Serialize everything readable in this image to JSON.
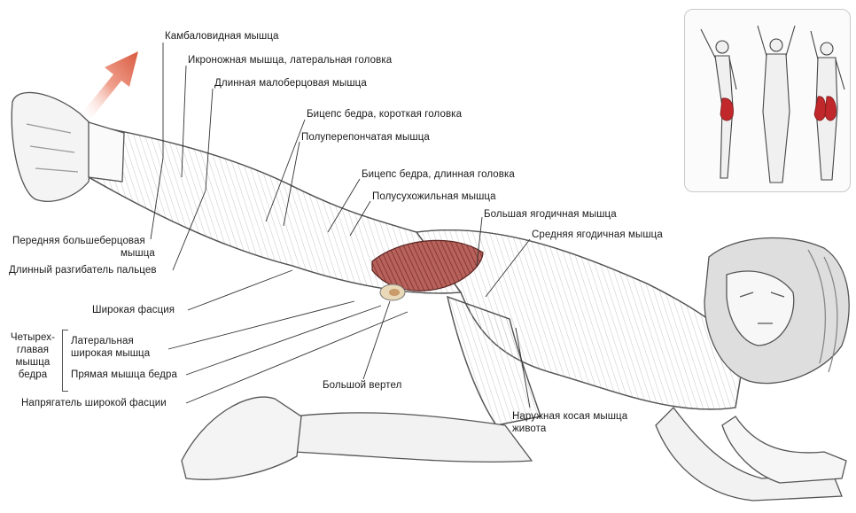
{
  "labels": {
    "soleus": "Камбаловидная мышца",
    "gastroc_lateral": "Икроножная мышца, латеральная головка",
    "peroneus_longus": "Длинная малоберцовая мышца",
    "biceps_short": "Бицепс бедра, короткая головка",
    "semimembranosus": "Полуперепончатая мышца",
    "biceps_long": "Бицепс бедра, длинная головка",
    "semitendinosus": "Полусухожильная мышца",
    "gluteus_maximus": "Большая ягодичная мышца",
    "gluteus_medius": "Средняя ягодичная мышца",
    "tibialis_anterior_1": "Передняя большеберцовая",
    "tibialis_anterior_2": "мышца",
    "ext_digitorum": "Длинный разгибатель пальцев",
    "fascia_lata": "Широкая фасция",
    "quad_1": "Четырех-",
    "quad_2": "главая",
    "quad_3": "мышца",
    "quad_4": "бедра",
    "vastus_lat_1": "Латеральная",
    "vastus_lat_2": "широкая мышца",
    "rectus_femoris": "Прямая мышца бедра",
    "tfl": "Напрягатель широкой фасции",
    "greater_trochanter": "Большой вертел",
    "ext_oblique_1": "Наружная косая мышца",
    "ext_oblique_2": "живота"
  },
  "colors": {
    "arrow": "#e0705a",
    "highlight_muscle": "#a44a45",
    "inset_muscle": "#c0282b",
    "line": "#333333"
  },
  "icons": {
    "direction_arrow": "arrow-up-right-icon",
    "inset_figures": "anatomy-figures-icon"
  }
}
